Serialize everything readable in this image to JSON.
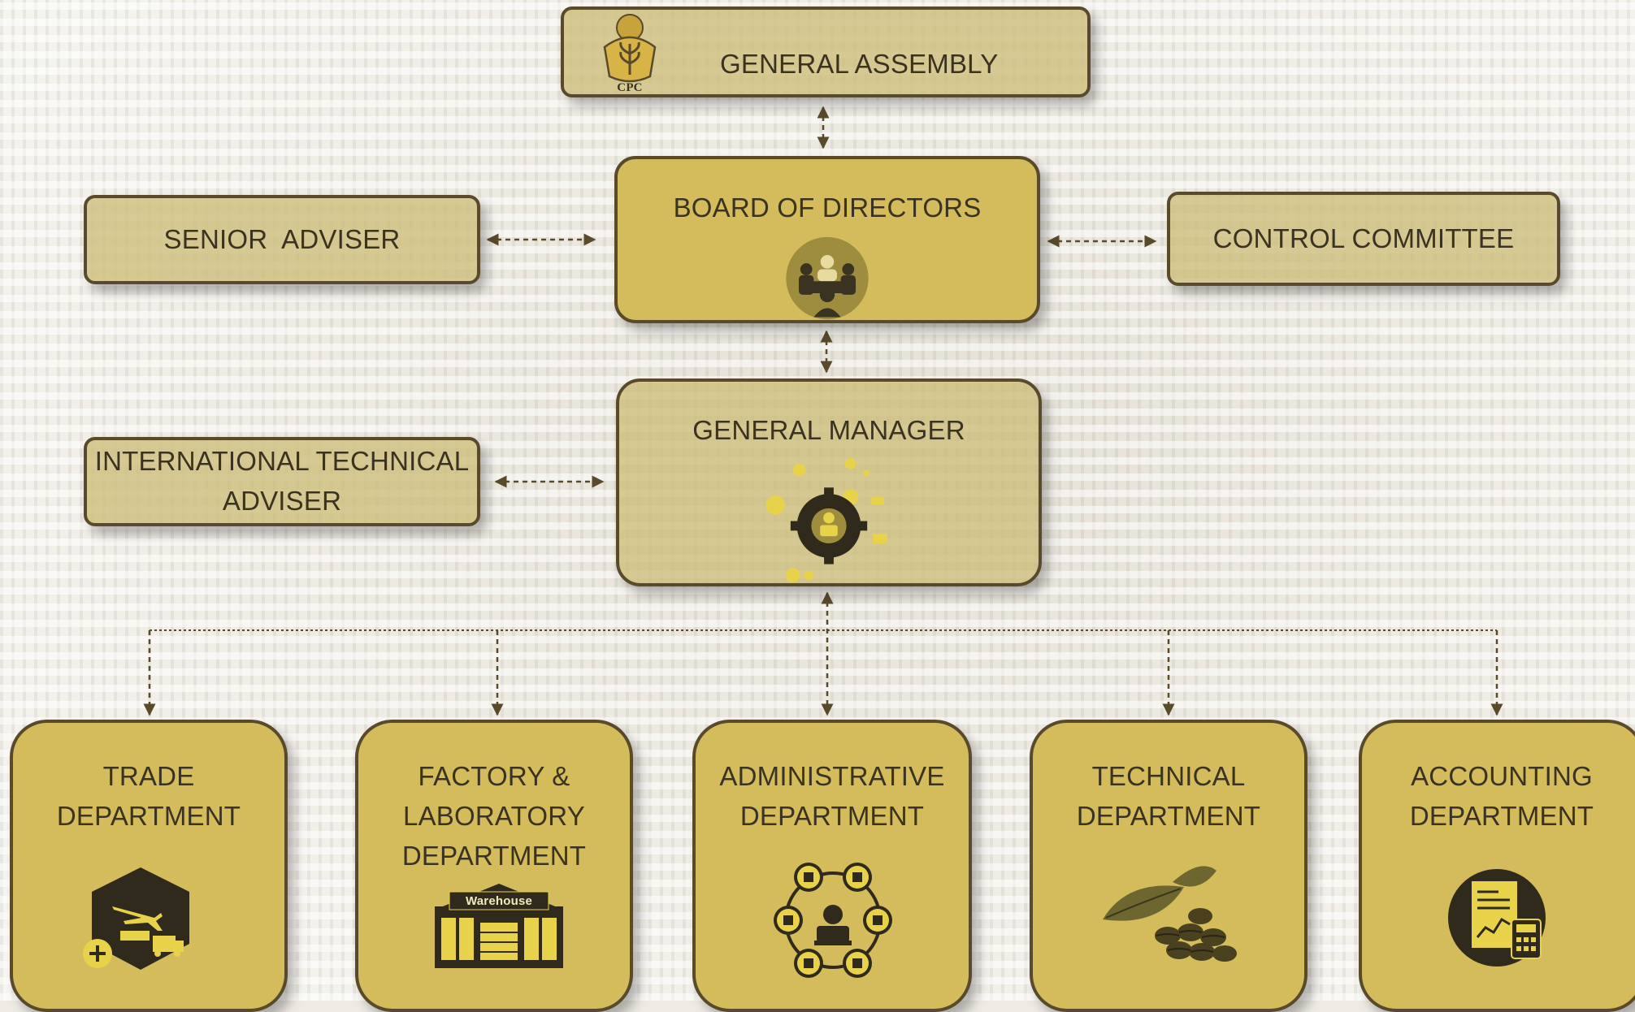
{
  "general_assembly": {
    "label": "GENERAL ASSEMBLY",
    "logo_text": "CPC"
  },
  "board_of_directors": {
    "label": "BOARD OF DIRECTORS"
  },
  "senior_adviser": {
    "label": "SENIOR  ADVISER"
  },
  "control_committee": {
    "label": "CONTROL COMMITTEE"
  },
  "general_manager": {
    "label": "GENERAL MANAGER"
  },
  "international_technical_adviser": {
    "line1": "INTERNATIONAL TECHNICAL",
    "line2": "ADVISER"
  },
  "departments": [
    {
      "lines": [
        "TRADE DEPARTMENT"
      ],
      "icon": "trade-logistics-icon"
    },
    {
      "lines": [
        "FACTORY &",
        "LABORATORY",
        "DEPARTMENT"
      ],
      "icon": "warehouse-icon",
      "icon_text": "Warehouse"
    },
    {
      "lines": [
        "ADMINISTRATIVE",
        "DEPARTMENT"
      ],
      "icon": "admin-network-icon"
    },
    {
      "lines": [
        "TECHNICAL",
        "DEPARTMENT"
      ],
      "icon": "coffee-beans-icon"
    },
    {
      "lines": [
        "ACCOUNTING",
        "DEPARTMENT"
      ],
      "icon": "accounting-calculator-icon"
    }
  ],
  "colors": {
    "box_fill": "#d4bb5c",
    "box_fill_muted": "#cdbc78",
    "border": "#5a4a2c",
    "text": "#3b3321",
    "connector": "#5a4a2c"
  }
}
